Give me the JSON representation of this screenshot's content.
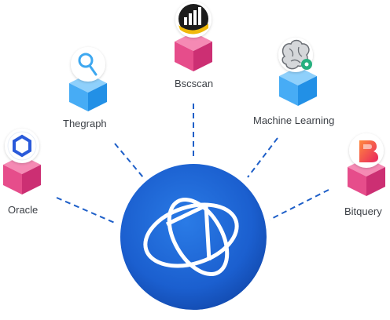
{
  "diagram": {
    "center": {
      "name": "hub-logo",
      "color_outer": "#1f63d6",
      "color_inner": "#0d49b8"
    },
    "nodes": [
      {
        "id": "oracle",
        "label": "Oracle",
        "icon": "chainlink-icon",
        "cube_color": "#f0508e"
      },
      {
        "id": "thegraph",
        "label": "Thegraph",
        "icon": "thegraph-icon",
        "cube_color": "#3ca4f4"
      },
      {
        "id": "bscscan",
        "label": "Bscscan",
        "icon": "bscscan-icon",
        "cube_color": "#f0508e"
      },
      {
        "id": "ml",
        "label": "Machine Learning",
        "icon": "brain-gear-icon",
        "cube_color": "#3ca4f4"
      },
      {
        "id": "bitquery",
        "label": "Bitquery",
        "icon": "bitquery-icon",
        "cube_color": "#f0508e"
      }
    ]
  }
}
